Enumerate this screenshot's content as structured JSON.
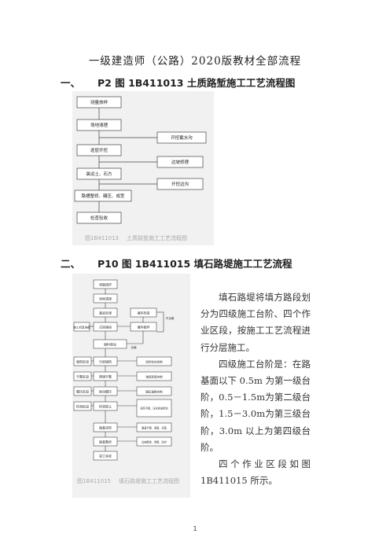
{
  "title": "一级建造师（公路）2020版教材全部流程",
  "section1": {
    "number": "一、",
    "heading": "P2 图 1B411013 土质路堑施工工艺流程图",
    "flow": {
      "main": [
        "测量放样",
        "场地清理",
        "逐层开挖",
        "装运土、石方",
        "路槽整修、碾压、成型",
        "检查验收"
      ],
      "side": [
        "开挖截水沟",
        "边坡修理",
        "开挖边沟"
      ]
    },
    "caption_num": "图1B411013",
    "caption_text": "土质路堑施工工艺流程图"
  },
  "section2": {
    "number": "二、",
    "heading": "P10 图 1B411015 填石路堤施工工艺流程",
    "flow": {
      "top": [
        "测量放样",
        "场地清理",
        "基底处理",
        "试验路段"
      ],
      "left_box": "施工机具准备",
      "right": [
        "填料检查",
        "填料破碎"
      ],
      "reject_label": "不合格",
      "pass_label": "合格",
      "placement": "填料装运",
      "stages": [
        "填筑区段",
        "平整区段",
        "碾压区段",
        "检测区段"
      ],
      "steps": [
        "分层填筑",
        "摊铺平整",
        "振动碾压",
        "检测签认"
      ],
      "controls": [
        "填料粒径控制",
        "铺填厚度控制",
        "碾压遍数控制",
        "层厚不超、压实质量检测"
      ],
      "final": [
        "路基成型",
        "路基整修",
        "竣工验收"
      ],
      "final_side": [
        "路基平整、宽度、高程",
        "边坡整修、修整、防护"
      ]
    },
    "caption_num": "图1B411015",
    "caption_text": "填石路堤施工工艺流程图"
  },
  "body": {
    "p1": "填石路堤将填方路段划分为四级施工台阶、四个作业区段，按施工工艺流程进行分层施工。",
    "p2": "四级施工台阶是：在路基面以下 0.5m 为第一级台阶，0.5－1.5m为第二级台阶，1.5－3.0m为第三级台阶，3.0m 以上为第四级台阶。",
    "p3": "四个作业区段如图 1B411015 所示。"
  },
  "page_number": "1"
}
